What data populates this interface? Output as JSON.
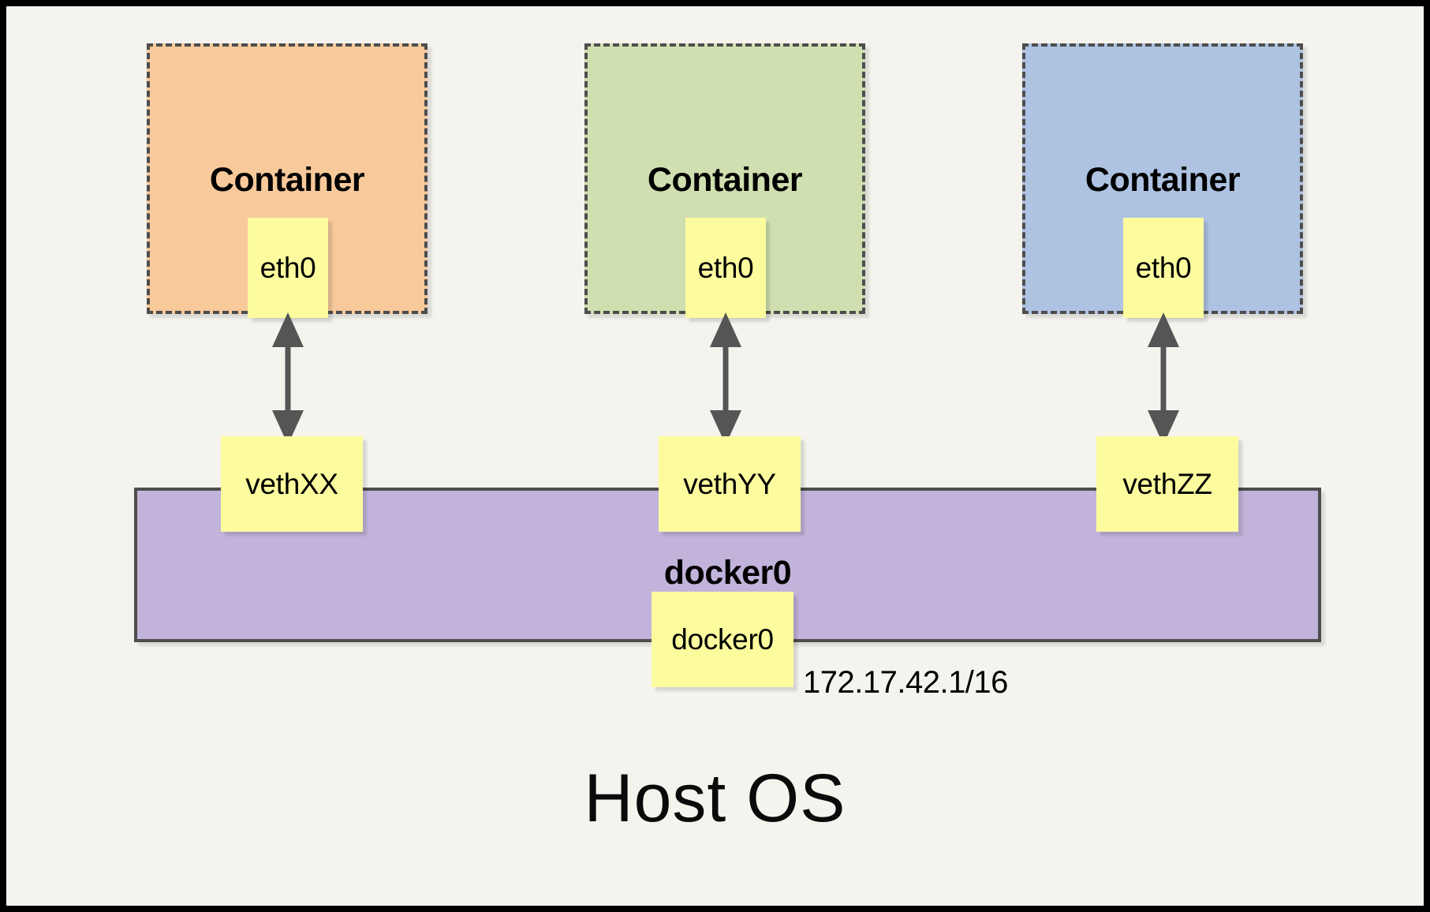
{
  "diagram": {
    "title": "Docker container networking with docker0 bridge",
    "background_color": "#F4F3EE",
    "frame_color": "#000000",
    "host": {
      "label": "Host OS"
    },
    "bridge": {
      "label": "docker0",
      "interface_box_label": "docker0",
      "ip_label": "172.17.42.1/16",
      "fill_color": "#C2B3DB",
      "border_color": "#4D4D4D"
    },
    "containers": [
      {
        "label": "Container",
        "interface_label": "eth0",
        "veth_label": "vethXX",
        "fill_color": "#F8C99A",
        "border_color": "#4D4D4D"
      },
      {
        "label": "Container",
        "interface_label": "eth0",
        "veth_label": "vethYY",
        "fill_color": "#D0DFB0",
        "border_color": "#4D4D4D"
      },
      {
        "label": "Container",
        "interface_label": "eth0",
        "veth_label": "vethZZ",
        "fill_color": "#AEC3E2",
        "border_color": "#4D4D4D"
      }
    ],
    "links": [
      {
        "from": "eth0",
        "to": "vethXX",
        "style": "double-arrow",
        "color": "#555555"
      },
      {
        "from": "eth0",
        "to": "vethYY",
        "style": "double-arrow",
        "color": "#555555"
      },
      {
        "from": "eth0",
        "to": "vethZZ",
        "style": "double-arrow",
        "color": "#555555"
      }
    ],
    "note_fill_color": "#FCFC9E"
  }
}
